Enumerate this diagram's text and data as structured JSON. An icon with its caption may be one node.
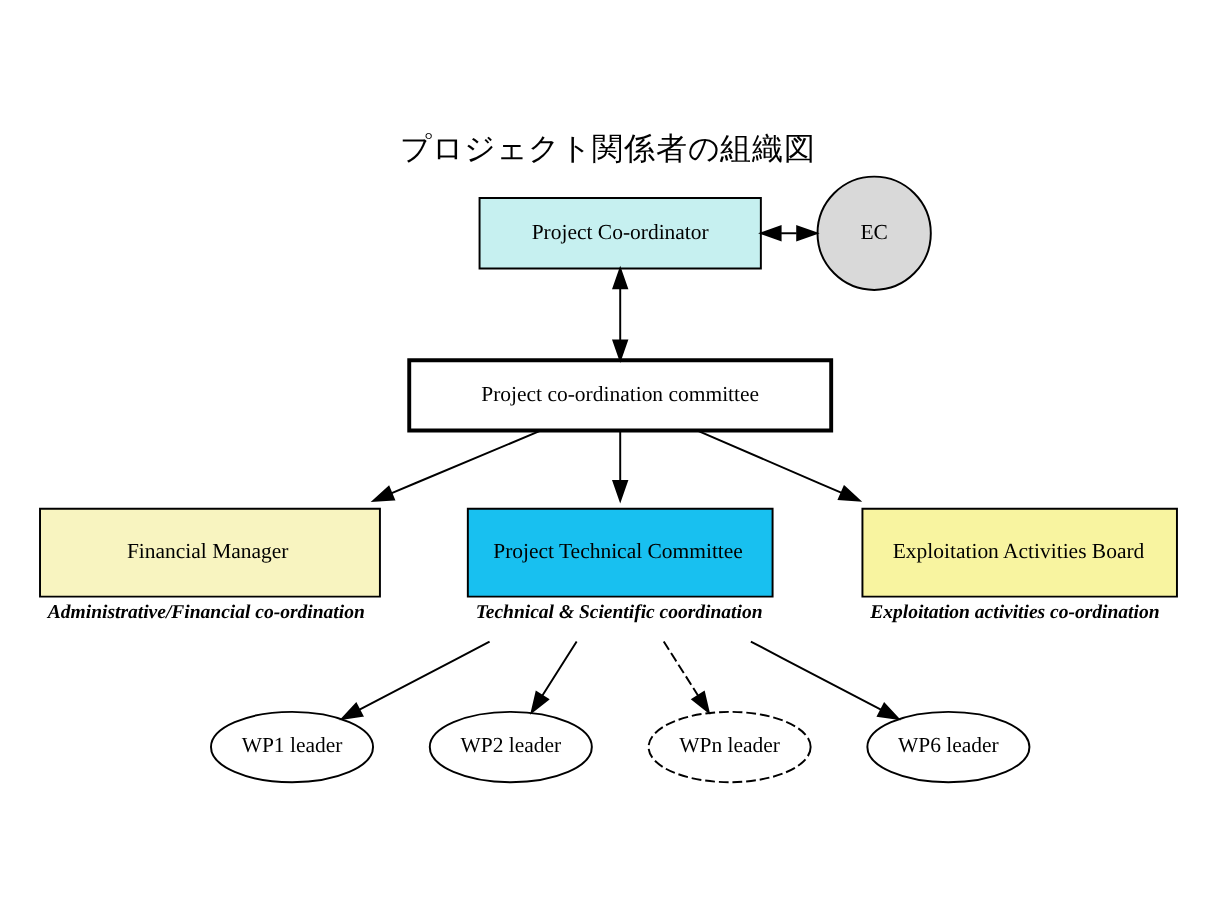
{
  "diagram": {
    "title": "プロジェクト関係者の組織図",
    "nodes": [
      {
        "text": [
          "Project Co-ordinator"
        ]
      },
      {
        "text": [
          "EC"
        ]
      },
      {
        "text": [
          "Project co-ordination committee"
        ]
      },
      {
        "text": [
          "Financial Manager"
        ],
        "beside": [
          "Administrative/Financial co-ordination"
        ]
      },
      {
        "text": [
          "Project Technical Committee"
        ],
        "beside": [
          "Technical & Scientific coordination"
        ]
      },
      {
        "text": [
          "Exploitation Activities Board"
        ],
        "beside": [
          "Exploitation activities co-ordination"
        ]
      },
      {
        "text": [
          "WP1 leader"
        ]
      },
      {
        "text": [
          "WP2 leader"
        ]
      },
      {
        "text": [
          "WPn leader"
        ]
      },
      {
        "text": [
          "WP6 leader"
        ]
      }
    ],
    "edges": [
      {
        "from": 0,
        "to": 1,
        "arrow": "both"
      },
      {
        "from": 0,
        "to": 2,
        "arrow": "both"
      },
      {
        "from": 2,
        "to": 3,
        "arrow": "to"
      },
      {
        "from": 2,
        "to": 4,
        "arrow": "to"
      },
      {
        "from": 2,
        "to": 5,
        "arrow": "to"
      },
      {
        "from": 4,
        "to": 6,
        "arrow": "to"
      },
      {
        "from": 4,
        "to": 7,
        "arrow": "to"
      },
      {
        "from": 4,
        "to": 8,
        "arrow": "to",
        "style": "dashed"
      },
      {
        "from": 4,
        "to": 9,
        "arrow": "to"
      }
    ]
  }
}
